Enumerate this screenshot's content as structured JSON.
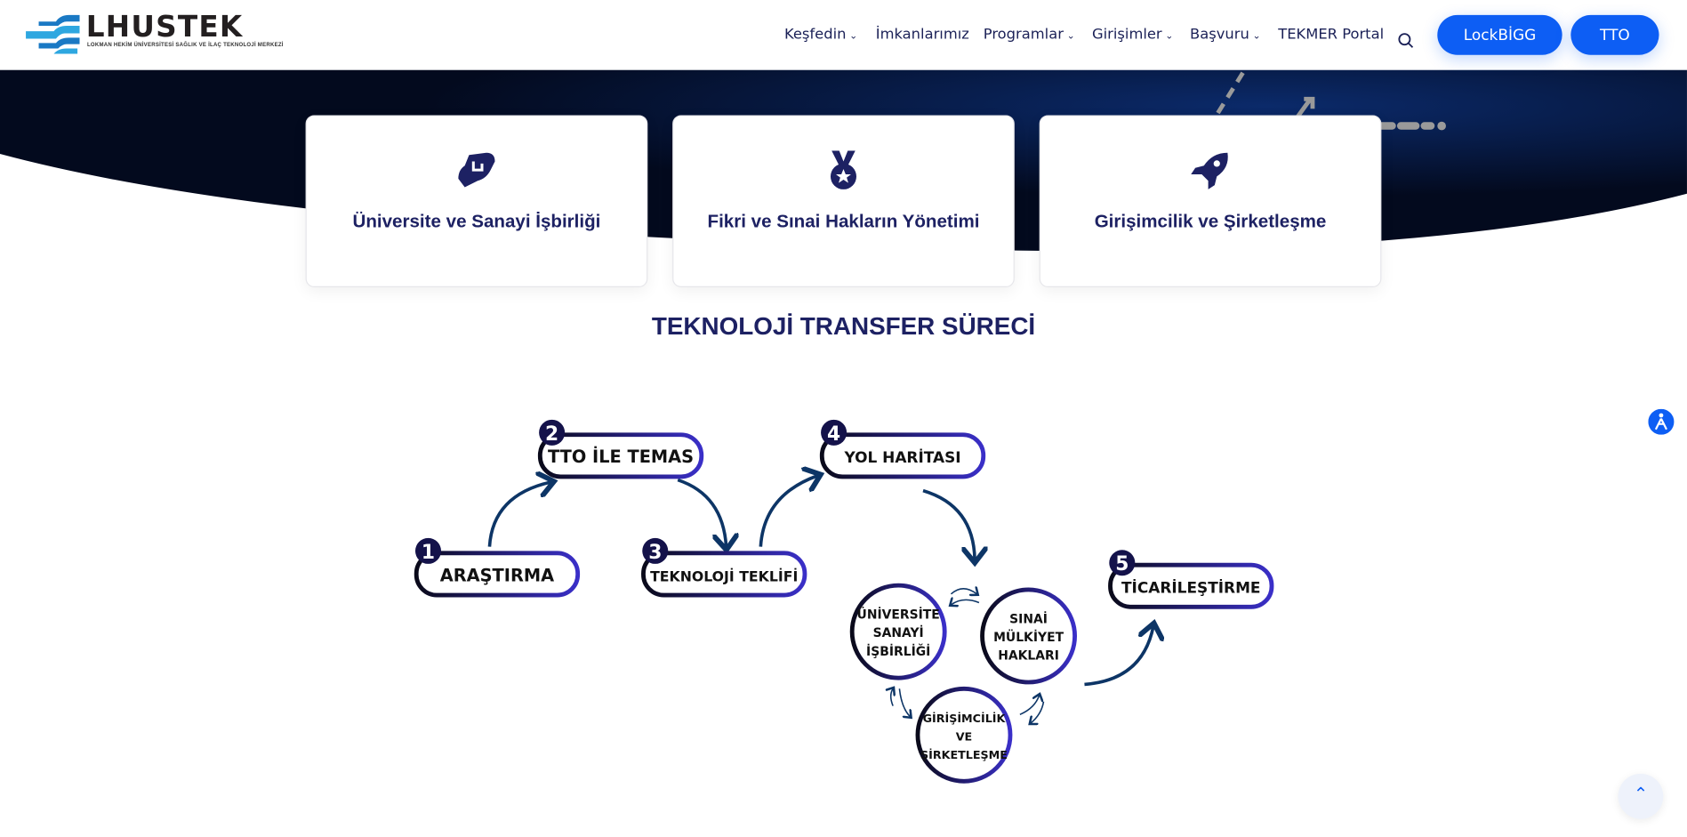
{
  "header": {
    "logo": {
      "name": "LHUSTEK",
      "subtitle": "LOKMAN HEKİM ÜNİVERSİTESİ SAĞLIK VE İLAÇ TEKNOLOJİ MERKEZİ"
    },
    "nav": [
      {
        "label": "Keşfedin",
        "dropdown": true
      },
      {
        "label": "İmkanlarımız",
        "dropdown": false
      },
      {
        "label": "Programlar",
        "dropdown": true
      },
      {
        "label": "Girişimler",
        "dropdown": true
      },
      {
        "label": "Başvuru",
        "dropdown": true
      },
      {
        "label": "TEKMER Portal",
        "dropdown": false
      }
    ],
    "buttons": {
      "lockbigg": "LockBİGG",
      "tto": "TTO"
    }
  },
  "cards": [
    {
      "title": "Üniversite ve Sanayi İşbirliği",
      "icon": "handshake-icon"
    },
    {
      "title": "Fikri ve Sınai Hakların Yönetimi",
      "icon": "medal-icon"
    },
    {
      "title": "Girişimcilik ve Şirketleşme",
      "icon": "rocket-icon"
    }
  ],
  "section_title": "TEKNOLOJİ TRANSFER SÜRECİ",
  "diagram": {
    "steps": [
      {
        "num": "1",
        "label": "ARAŞTIRMA"
      },
      {
        "num": "2",
        "label": "TTO İLE TEMAS"
      },
      {
        "num": "3",
        "label": "TEKNOLOJİ TEKLİFİ"
      },
      {
        "num": "4",
        "label": "YOL HARİTASI"
      },
      {
        "num": "5",
        "label": "TİCARİLEŞTİRME"
      }
    ],
    "cycle": [
      {
        "lines": [
          "ÜNİVERSİTE",
          "SANAYİ",
          "İŞBİRLİĞİ"
        ]
      },
      {
        "lines": [
          "SINAİ",
          "MÜLKİYET",
          "HAKLARI"
        ]
      },
      {
        "lines": [
          "GİRİŞİMCİLİK",
          "VE",
          "ŞİRKETLEŞME"
        ]
      }
    ]
  },
  "colors": {
    "accent": "#0d5ef4",
    "navy": "#1d2163",
    "hero": "#050d25"
  }
}
